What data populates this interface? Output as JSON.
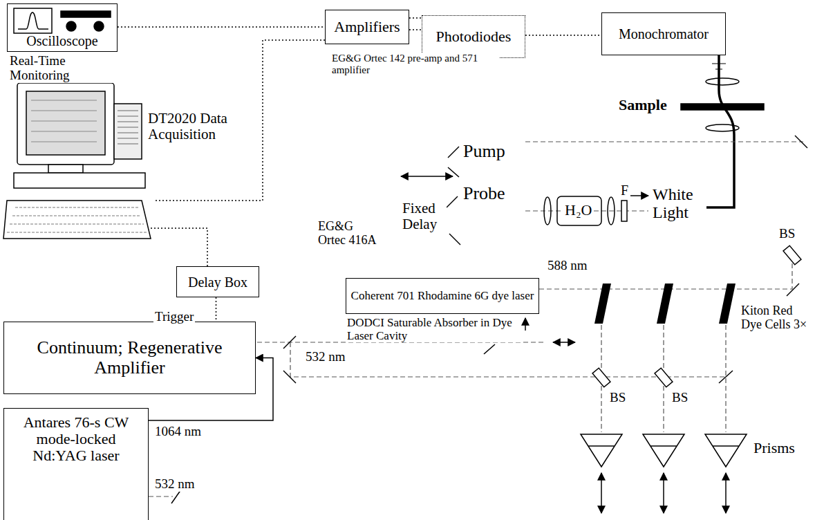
{
  "diagram": {
    "nodes": [
      {
        "text": [
          "Oscilloscope"
        ]
      },
      {
        "text": [
          "Amplifiers"
        ]
      },
      {
        "text": [
          "Photodiodes"
        ]
      },
      {
        "text": [
          "Monochromator"
        ]
      },
      {
        "text": [
          "Delay Box"
        ]
      },
      {
        "text": [
          "Coherent 701 Rhodamine 6G dye laser"
        ]
      },
      {
        "text": [
          "Continuum; Regenerative Amplifier"
        ]
      },
      {
        "text": [
          "Antares 76-s CW mode-locked Nd:YAG laser"
        ]
      }
    ],
    "edges": [
      {
        "from": 0,
        "to": 1,
        "arrow": "none"
      },
      {
        "from": 1,
        "to": 2,
        "arrow": "none"
      },
      {
        "from": 2,
        "to": 3,
        "arrow": "none"
      },
      {
        "from": 4,
        "to": 6,
        "arrow": "none"
      },
      {
        "from": 7,
        "to": 6,
        "arrow": "to"
      }
    ],
    "labels": [
      "Real-Time Monitoring",
      "EG&G Ortec 142 pre-amp and 571 amplifier",
      "DT2020 Data Acquisition",
      "Pump",
      "Probe",
      "Fixed Delay",
      "EG&G Ortec 416A",
      "H₂O",
      "F",
      "White Light",
      "BS",
      "Sample",
      "588 nm",
      "DODCI Saturable Absorber in Dye Laser Cavity",
      "Kiton Red Dye Cells 3×",
      "Trigger",
      "532 nm",
      "BS",
      "BS",
      "Prisms",
      "1064 nm",
      "532 nm"
    ]
  }
}
